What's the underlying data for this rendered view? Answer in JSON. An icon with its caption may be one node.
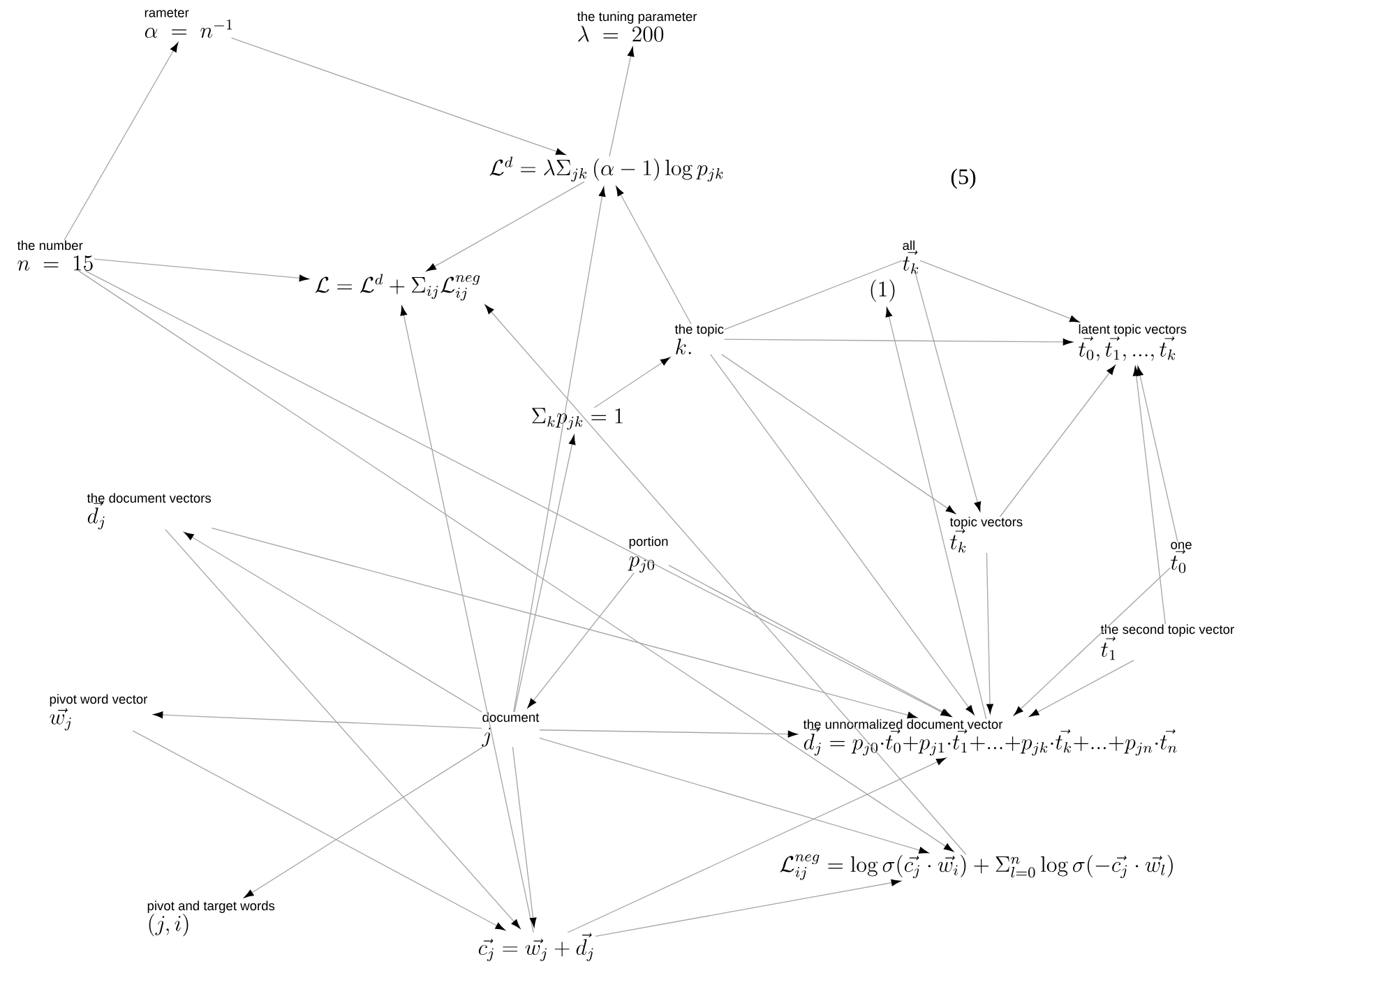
{
  "diagram": {
    "nodes": [
      {
        "text": [
          "rameter",
          "\\alpha \\;=\\; n^{-1}"
        ]
      },
      {
        "text": [
          "the tuning parameter",
          "\\lambda \\;=\\; 200"
        ]
      },
      {
        "text": [
          "\\mathcal{L}^d = \\lambda\\Sigma_{jk}\\left(\\alpha-1\\right)\\log p_{jk}"
        ]
      },
      {
        "text": [
          "the number",
          "n \\;=\\; 15"
        ]
      },
      {
        "text": [
          "\\mathcal{L} = \\mathcal{L}^d + \\Sigma_{ij}\\mathcal{L}_{ij}^{neg}"
        ]
      },
      {
        "text": [
          "(1)"
        ]
      },
      {
        "text": [
          "all",
          "\\vec{t_k}"
        ]
      },
      {
        "text": [
          "the topic",
          "k."
        ]
      },
      {
        "text": [
          "latent topic vectors",
          "\\vec{t_0}, \\vec{t_1}, ..., \\vec{t_k}"
        ]
      },
      {
        "text": [
          "\\Sigma_k p_{jk} = 1"
        ]
      },
      {
        "text": [
          "the document vectors",
          "\\vec{d_j}"
        ]
      },
      {
        "text": [
          "portion",
          "p_{j0}"
        ]
      },
      {
        "text": [
          "topic vectors",
          "\\vec{t_k}"
        ]
      },
      {
        "text": [
          "one",
          "\\vec{t_0}"
        ]
      },
      {
        "text": [
          "the second topic vector",
          "\\vec{t_1}"
        ]
      },
      {
        "text": [
          "pivot word vector",
          "\\vec{w_j}"
        ]
      },
      {
        "text": [
          "document",
          "j"
        ]
      },
      {
        "text": [
          "the unnormalized document vector",
          "\\vec{d_j} = p_{j0}{\\cdot}\\vec{t_0}{+}p_{j1}{\\cdot}\\vec{t_1}{+}...{+}p_{jk}{\\cdot}\\vec{t_k}{+}...{+}p_{jn}{\\cdot}\\vec{t_n}"
        ]
      },
      {
        "text": [
          "pivot and target words",
          "(j,i)"
        ]
      },
      {
        "text": [
          "\\mathcal{L}_{ij}^{neg} = \\log\\sigma(\\vec{c_j}\\cdot\\vec{w_i}) + \\Sigma_{l=0}^{n}\\log\\sigma(-\\vec{c_j}\\cdot\\vec{w_l})"
        ]
      },
      {
        "text": [
          "\\vec{c_j} = \\vec{w_j} + \\vec{d_j}"
        ]
      }
    ],
    "edges": [
      {
        "from": 3,
        "to": 0,
        "arrow": "to"
      },
      {
        "from": 0,
        "to": 2,
        "arrow": "to"
      },
      {
        "from": 2,
        "to": 1,
        "arrow": "to"
      },
      {
        "from": 2,
        "to": 4,
        "arrow": "to"
      },
      {
        "from": 3,
        "to": 4,
        "arrow": "to"
      },
      {
        "from": 16,
        "to": 2,
        "arrow": "to"
      },
      {
        "from": 7,
        "to": 2,
        "arrow": "to"
      },
      {
        "from": 7,
        "to": 6,
        "arrow": "none"
      },
      {
        "from": 6,
        "to": 8,
        "arrow": "to"
      },
      {
        "from": 7,
        "to": 8,
        "arrow": "to"
      },
      {
        "from": 6,
        "to": 12,
        "arrow": "to"
      },
      {
        "from": 7,
        "to": 12,
        "arrow": "to"
      },
      {
        "from": 7,
        "to": 17,
        "arrow": "to"
      },
      {
        "from": 17,
        "to": 5,
        "arrow": "to"
      },
      {
        "from": 12,
        "to": 8,
        "arrow": "to"
      },
      {
        "from": 12,
        "to": 17,
        "arrow": "to"
      },
      {
        "from": 14,
        "to": 8,
        "arrow": "to"
      },
      {
        "from": 13,
        "to": 8,
        "arrow": "to"
      },
      {
        "from": 13,
        "to": 17,
        "arrow": "to"
      },
      {
        "from": 14,
        "to": 17,
        "arrow": "to"
      },
      {
        "from": 11,
        "to": 17,
        "arrow": "to"
      },
      {
        "from": 11,
        "to": 16,
        "arrow": "to"
      },
      {
        "from": 16,
        "to": 17,
        "arrow": "to"
      },
      {
        "from": 10,
        "to": 17,
        "arrow": "to"
      },
      {
        "from": 3,
        "to": 17,
        "arrow": "to"
      },
      {
        "from": 3,
        "to": 19,
        "arrow": "to"
      },
      {
        "from": 20,
        "to": 4,
        "arrow": "to"
      },
      {
        "from": 19,
        "to": 4,
        "arrow": "to"
      },
      {
        "from": 9,
        "to": 7,
        "arrow": "to"
      },
      {
        "from": 16,
        "to": 9,
        "arrow": "to"
      },
      {
        "from": 16,
        "to": 10,
        "arrow": "to"
      },
      {
        "from": 10,
        "to": 20,
        "arrow": "to"
      },
      {
        "from": 16,
        "to": 15,
        "arrow": "to"
      },
      {
        "from": 15,
        "to": 20,
        "arrow": "to"
      },
      {
        "from": 16,
        "to": 18,
        "arrow": "to"
      },
      {
        "from": 16,
        "to": 20,
        "arrow": "to"
      },
      {
        "from": 20,
        "to": 19,
        "arrow": "to"
      },
      {
        "from": 20,
        "to": 17,
        "arrow": "to"
      },
      {
        "from": 16,
        "to": 19,
        "arrow": "to"
      }
    ],
    "labels": [
      "(5)"
    ]
  }
}
